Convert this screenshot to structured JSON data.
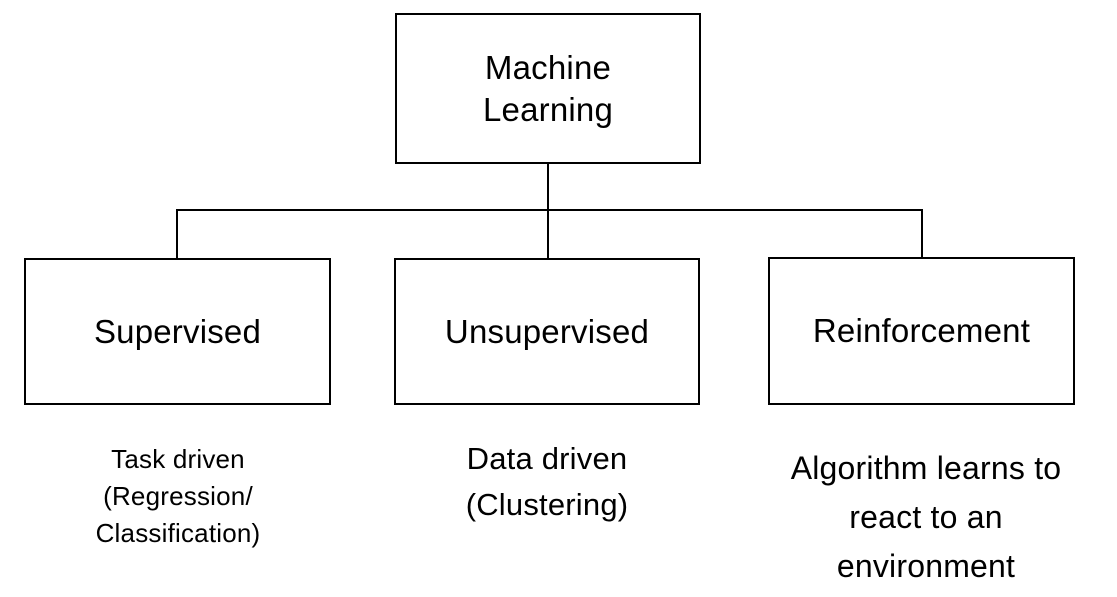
{
  "diagram": {
    "colors": {
      "background": "#ffffff",
      "line": "#000000",
      "text": "#000000"
    },
    "root": {
      "label": "Machine\nLearning"
    },
    "children": [
      {
        "label": "Supervised",
        "caption": "Task driven\n(Regression/\nClassification)"
      },
      {
        "label": "Unsupervised",
        "caption": "Data driven\n(Clustering)"
      },
      {
        "label": "Reinforcement",
        "caption": "Algorithm learns to\nreact to an\nenvironment"
      }
    ]
  }
}
